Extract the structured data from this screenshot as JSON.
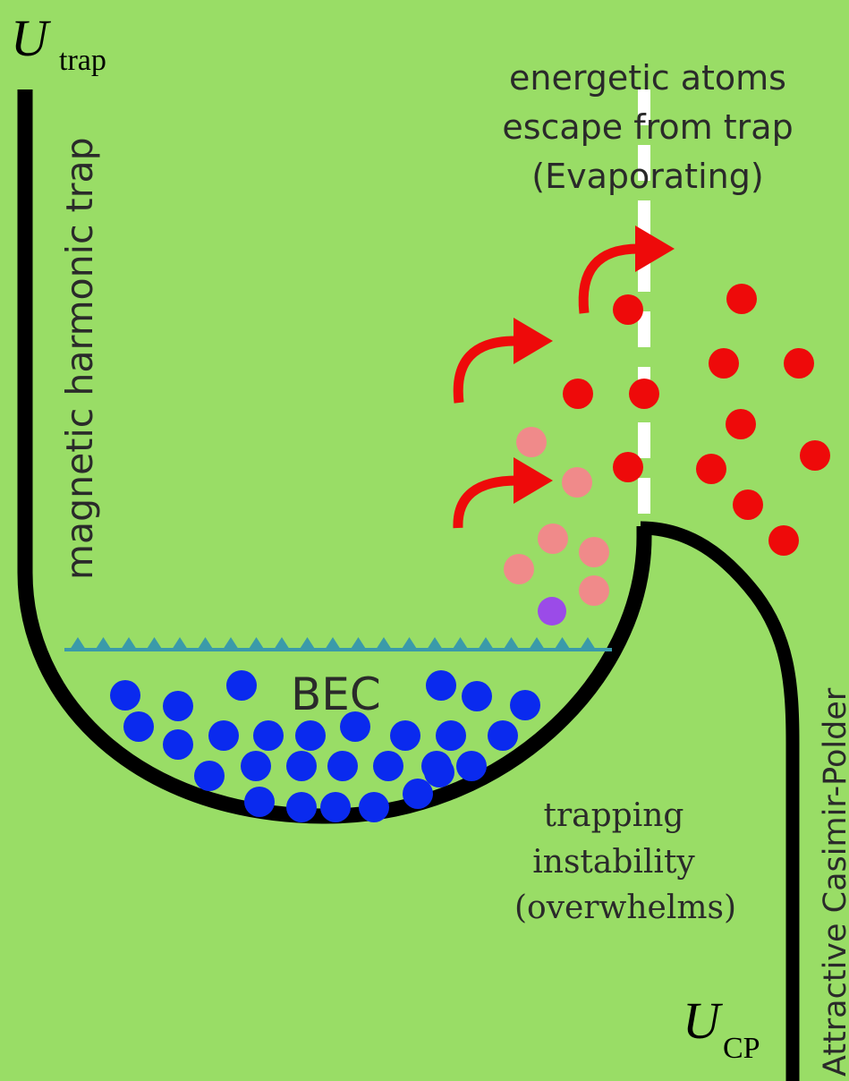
{
  "labels": {
    "u_trap_main": "U",
    "u_trap_sub": "trap",
    "u_cp_main": "U",
    "u_cp_sub": "CP",
    "trap_name": "magnetic harmonic trap",
    "cp_name": "Attractive Casimir-Polder",
    "bec": "BEC",
    "escape_line1": "energetic atoms",
    "escape_line2": "escape from trap",
    "escape_line3": "(Evaporating)",
    "instability_line1": "trapping",
    "instability_line2": "instability",
    "instability_line3": "(overwhelms)"
  },
  "colors": {
    "background": "#99DD66",
    "potential_curve": "#000000",
    "bec_atoms": "#0A2AEE",
    "warm_atoms": "#F08A8A",
    "escaped_atoms": "#EE0A0A",
    "arrows": "#EE0A0A",
    "special_atom": "#9B4BE8",
    "condensate_surface": "#3A9AAA",
    "threshold_line": "#FFFFFF",
    "text": "#2A2A2A"
  },
  "icons": {
    "escape_arrow": "curved-arrow-right-icon"
  }
}
